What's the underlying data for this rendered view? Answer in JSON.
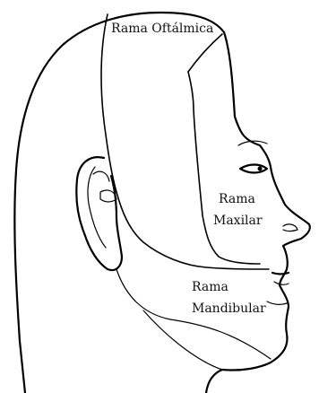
{
  "diagram": {
    "labels": {
      "ophthalmic": "Rama Oftálmica",
      "maxillary_line1": "Rama",
      "maxillary_line2": "Maxilar",
      "mandibular_line1": "Rama",
      "mandibular_line2": "Mandibular"
    },
    "colors": {
      "line": "#000000",
      "background": "#ffffff"
    }
  }
}
